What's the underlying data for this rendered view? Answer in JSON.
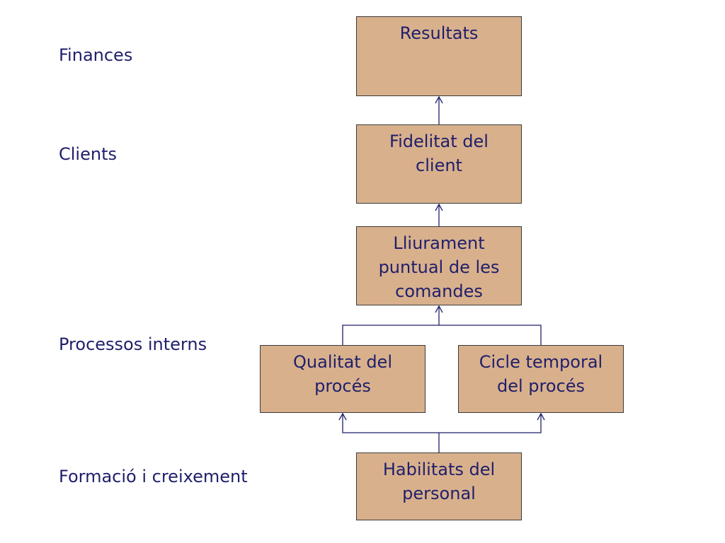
{
  "levels": {
    "finances": "Finances",
    "clients": "Clients",
    "processos": "Processos interns",
    "formacio": "Formació i creixement"
  },
  "nodes": {
    "resultats": "Resultats",
    "fidelitat": "Fidelitat del\nclient",
    "lliurament": "Lliurament\npuntual de les\ncomandes",
    "qualitat": "Qualitat del\nprocés",
    "cicle": "Cicle temporal\ndel procés",
    "habilitats": "Habilitats del\npersonal"
  },
  "colors": {
    "node_fill": "#d8b08c",
    "text": "#1f1f6b",
    "node_border": "#3a3a3a"
  }
}
